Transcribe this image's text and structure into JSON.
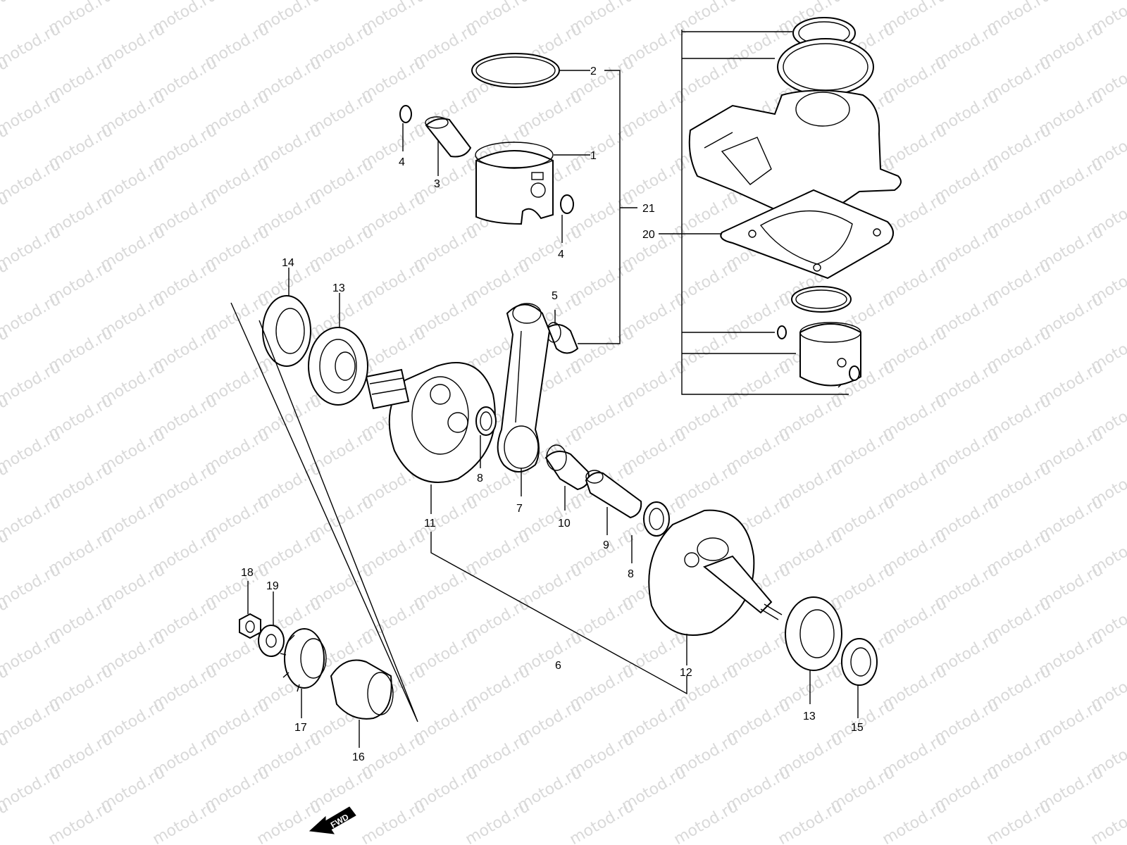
{
  "watermark": "motod.ru",
  "fwd_label": "FWD",
  "callouts": {
    "c1": "1",
    "c2": "2",
    "c3": "3",
    "c4a": "4",
    "c4b": "4",
    "c5": "5",
    "c6": "6",
    "c7": "7",
    "c8a": "8",
    "c8b": "8",
    "c9": "9",
    "c10": "10",
    "c11": "11",
    "c12": "12",
    "c13a": "13",
    "c13b": "13",
    "c14": "14",
    "c15": "15",
    "c16": "16",
    "c17": "17",
    "c18": "18",
    "c19": "19",
    "c20": "20",
    "c21": "21"
  }
}
